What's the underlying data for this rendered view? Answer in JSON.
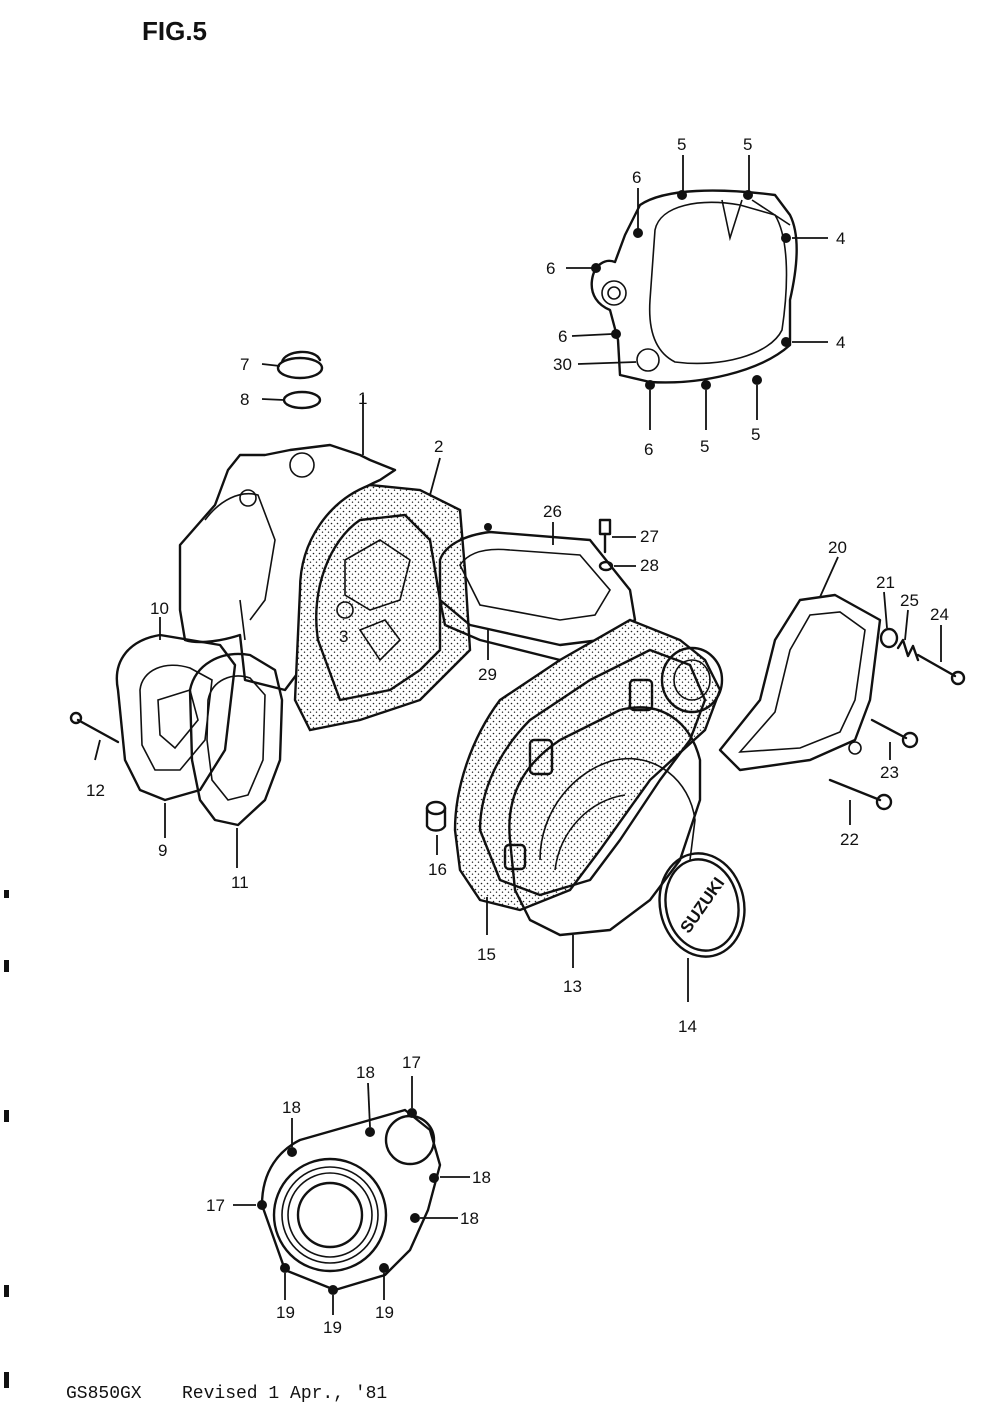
{
  "figure_title": "FIG.5",
  "footer": {
    "model": "GS850GX",
    "revision": "Revised 1 Apr., '81"
  },
  "logo_text": "SUZUKI",
  "callouts": [
    "1",
    "2",
    "3",
    "4",
    "4",
    "5",
    "5",
    "5",
    "5",
    "6",
    "6",
    "6",
    "6",
    "7",
    "8",
    "9",
    "10",
    "11",
    "12",
    "13",
    "14",
    "15",
    "16",
    "17",
    "17",
    "18",
    "18",
    "18",
    "18",
    "19",
    "19",
    "19",
    "20",
    "21",
    "22",
    "23",
    "24",
    "25",
    "26",
    "27",
    "28",
    "29",
    "30"
  ]
}
